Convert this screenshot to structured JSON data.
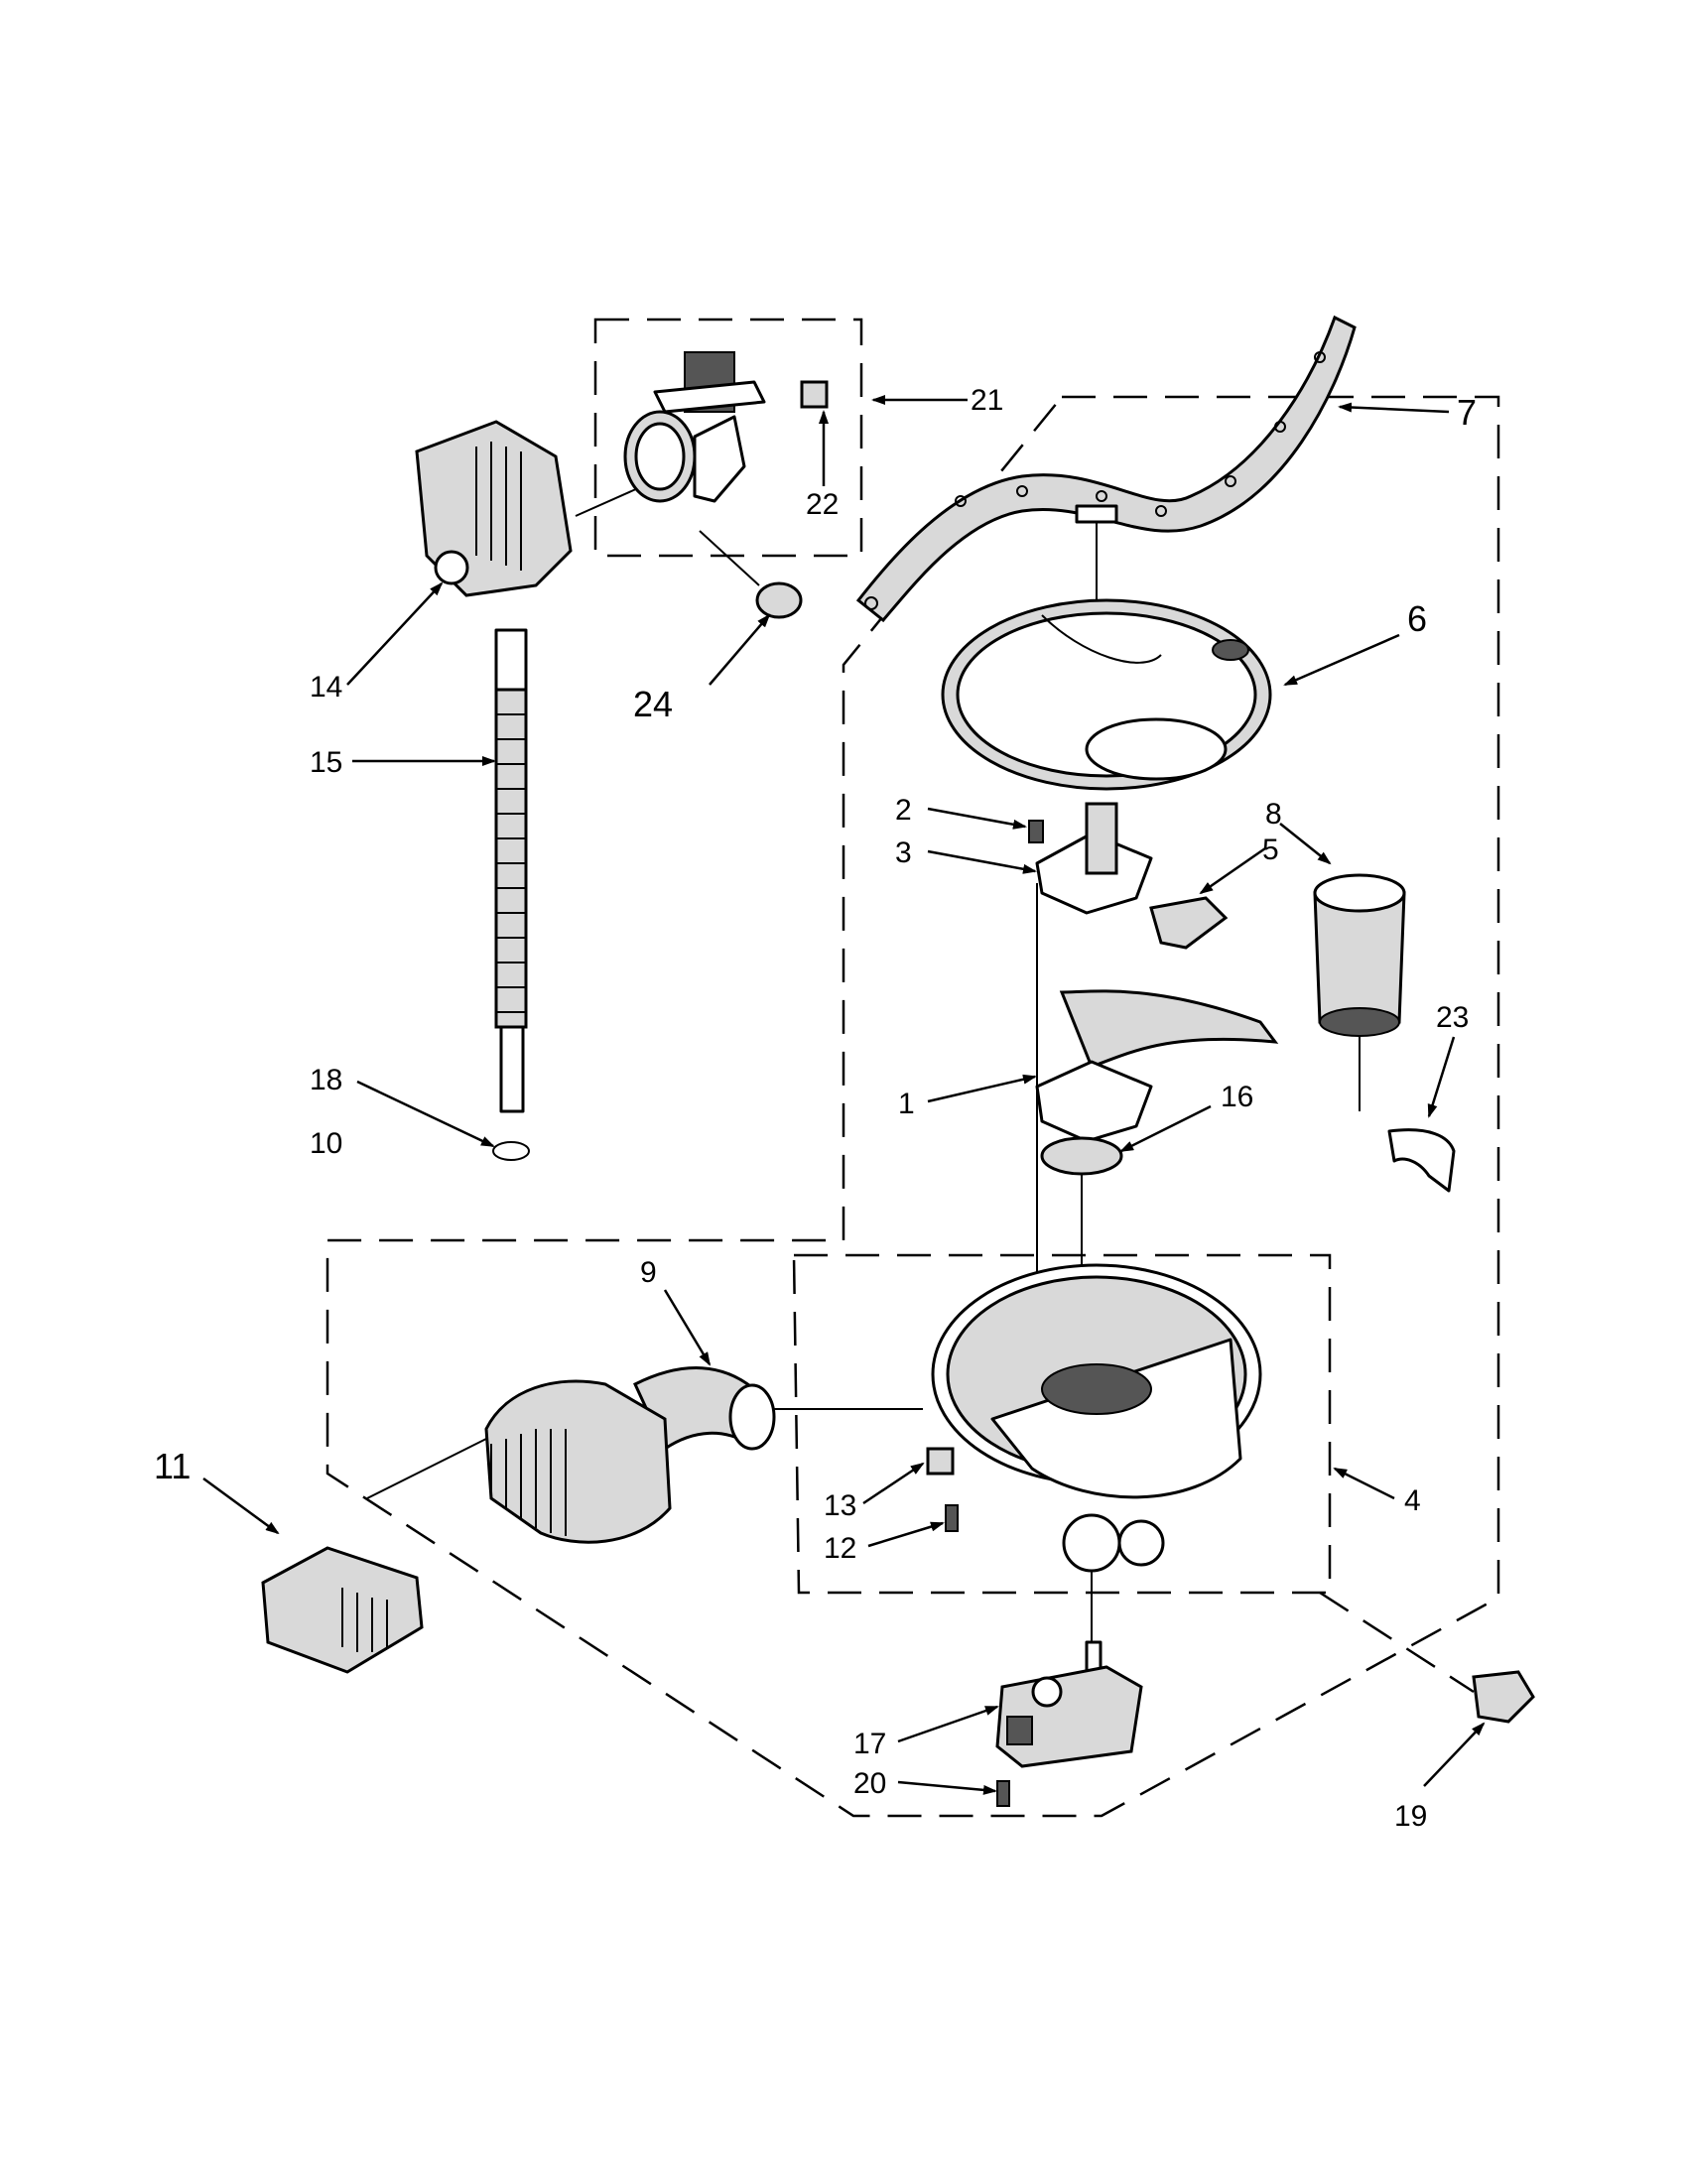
{
  "callouts": {
    "c1": "1",
    "c2": "2",
    "c3": "3",
    "c4": "4",
    "c5": "5",
    "c6": "6",
    "c7": "7",
    "c8": "8",
    "c9": "9",
    "c10": "10",
    "c11": "11",
    "c12": "12",
    "c13": "13",
    "c14": "14",
    "c15": "15",
    "c16": "16",
    "c17": "17",
    "c18": "18",
    "c19": "19",
    "c20": "20",
    "c21": "21",
    "c22": "22",
    "c23": "23",
    "c24": "24"
  },
  "colors": {
    "line": "#000000",
    "fill_light": "#d9d9d9",
    "fill_dark": "#555555",
    "background": "#ffffff"
  }
}
